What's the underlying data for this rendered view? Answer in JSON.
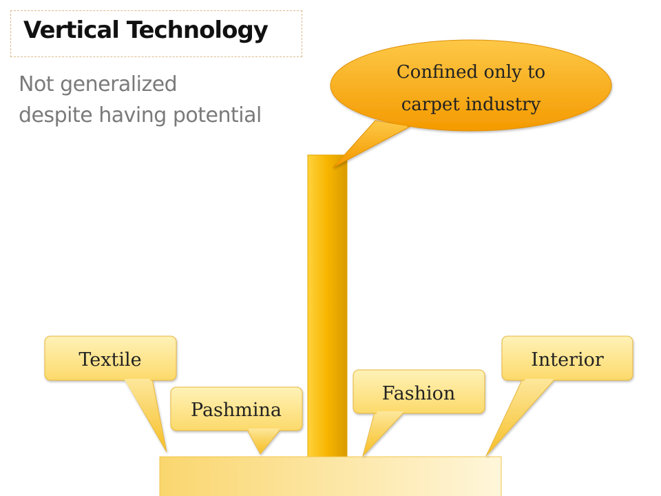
{
  "title": "Vertical Technology",
  "subtitle_lines": [
    "Not generalized",
    "despite having potential"
  ],
  "callouts": {
    "top": {
      "lines": [
        "Confined only to",
        "carpet industry"
      ]
    },
    "textile": {
      "label": "Textile"
    },
    "pashmina": {
      "label": "Pashmina"
    },
    "fashion": {
      "label": "Fashion"
    },
    "interior": {
      "label": "Interior"
    }
  },
  "colors": {
    "pillar": "#f2b705",
    "base_left": "#fad56e",
    "base_right": "#fff4d4",
    "bubble": "#fbaa17",
    "label_box": "#fde89a"
  }
}
